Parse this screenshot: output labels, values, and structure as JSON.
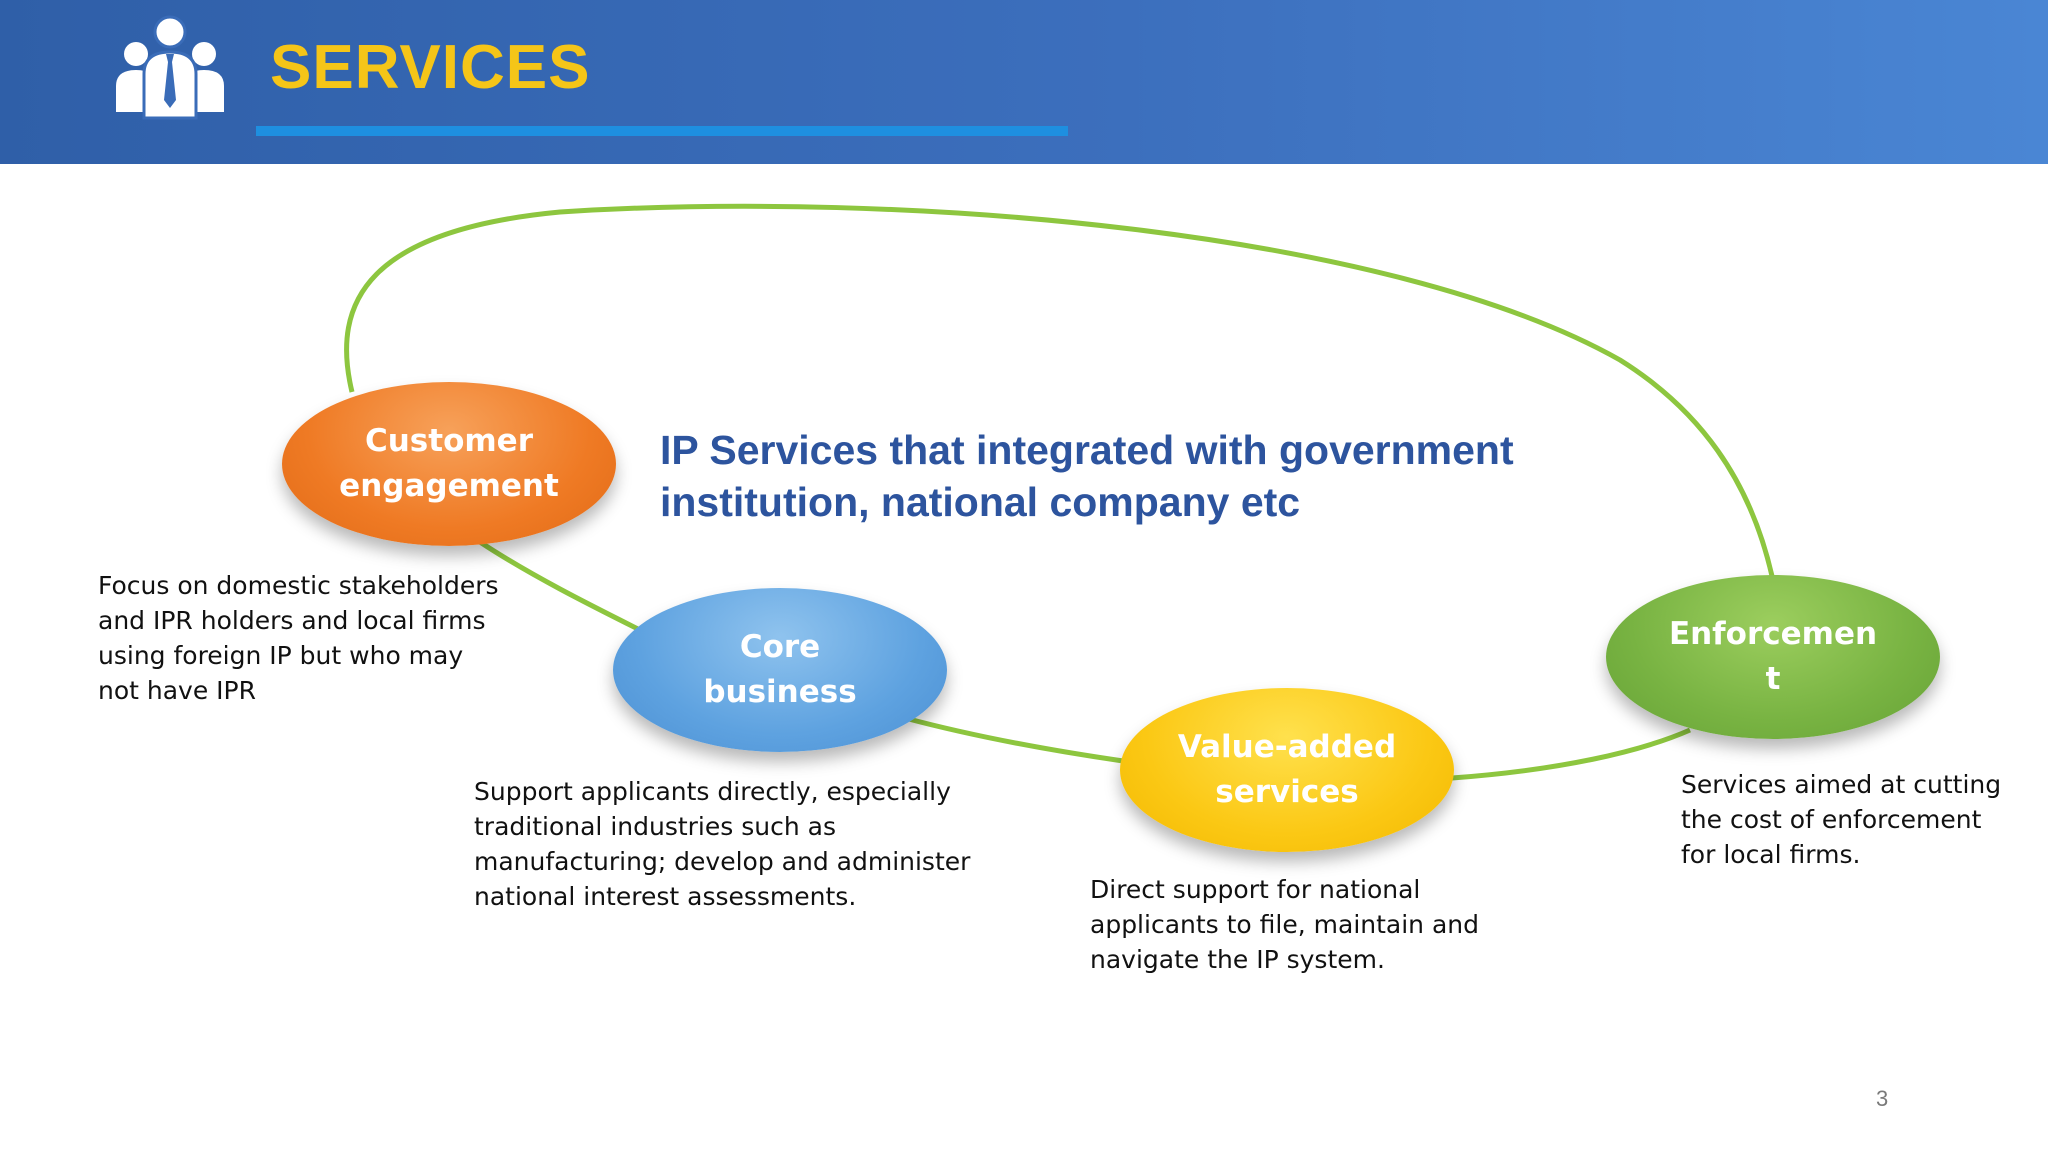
{
  "header": {
    "title": "SERVICES",
    "icon": "business-people-icon",
    "background_color": "#3a6cb8",
    "title_color": "#f5c518",
    "underline_color": "#1e8fe0"
  },
  "headline": {
    "lines": [
      "IP Services that integrated with government",
      "institution, national company etc"
    ],
    "color": "#2d549e"
  },
  "nodes": [
    {
      "lines": [
        "Customer",
        "engagement"
      ],
      "color": "#ef7a24"
    },
    {
      "lines": [
        "Core",
        "business"
      ],
      "color": "#5ea2e0"
    },
    {
      "lines": [
        "Value-added",
        "services"
      ],
      "color": "#fbc814"
    },
    {
      "lines": [
        "Enforcemen",
        "t"
      ],
      "color": "#78b342"
    }
  ],
  "descriptions": [
    {
      "lines": [
        "Focus on domestic stakeholders",
        "and IPR holders and local firms",
        "using foreign IP but who may",
        "not have IPR"
      ]
    },
    {
      "lines": [
        "Support applicants directly, especially",
        "traditional industries such as",
        "manufacturing; develop and administer",
        "national interest assessments."
      ]
    },
    {
      "lines": [
        "Direct support for national",
        "applicants to file, maintain and",
        "navigate the IP system."
      ]
    },
    {
      "lines": [
        "Services aimed at cutting",
        "the cost of enforcement",
        "for local firms."
      ]
    }
  ],
  "connector_color": "#8dc63f",
  "page_number": "3"
}
